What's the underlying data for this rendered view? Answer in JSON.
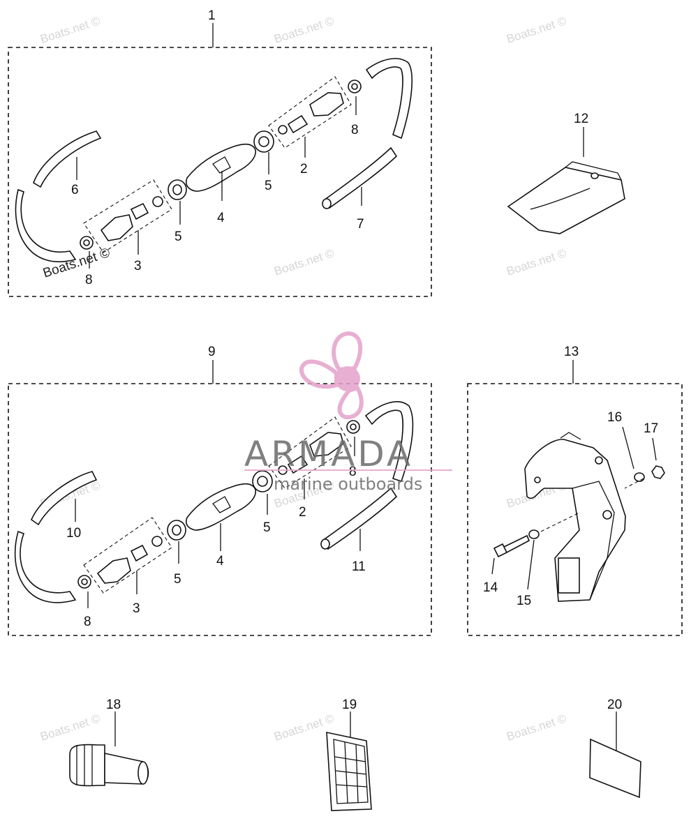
{
  "callouts": {
    "c1": "1",
    "c2a": "2",
    "c3a": "3",
    "c4a": "4",
    "c5a": "5",
    "c5b": "5",
    "c6": "6",
    "c7": "7",
    "c8a": "8",
    "c8b": "8",
    "c9": "9",
    "c2b": "2",
    "c3b": "3",
    "c4b": "4",
    "c5c": "5",
    "c5d": "5",
    "c8c": "8",
    "c8d": "8",
    "c10": "10",
    "c11": "11",
    "c12": "12",
    "c13": "13",
    "c14": "14",
    "c15": "15",
    "c16": "16",
    "c17": "17",
    "c18": "18",
    "c19": "19",
    "c20": "20"
  },
  "watermark": {
    "text": "Boats.net ©"
  },
  "logo": {
    "name": "ARMADA",
    "tagline": "marine outboards",
    "accent": "#e4a2cb"
  },
  "colors": {
    "line": "#111111",
    "watermark": "#d6d6d6"
  }
}
